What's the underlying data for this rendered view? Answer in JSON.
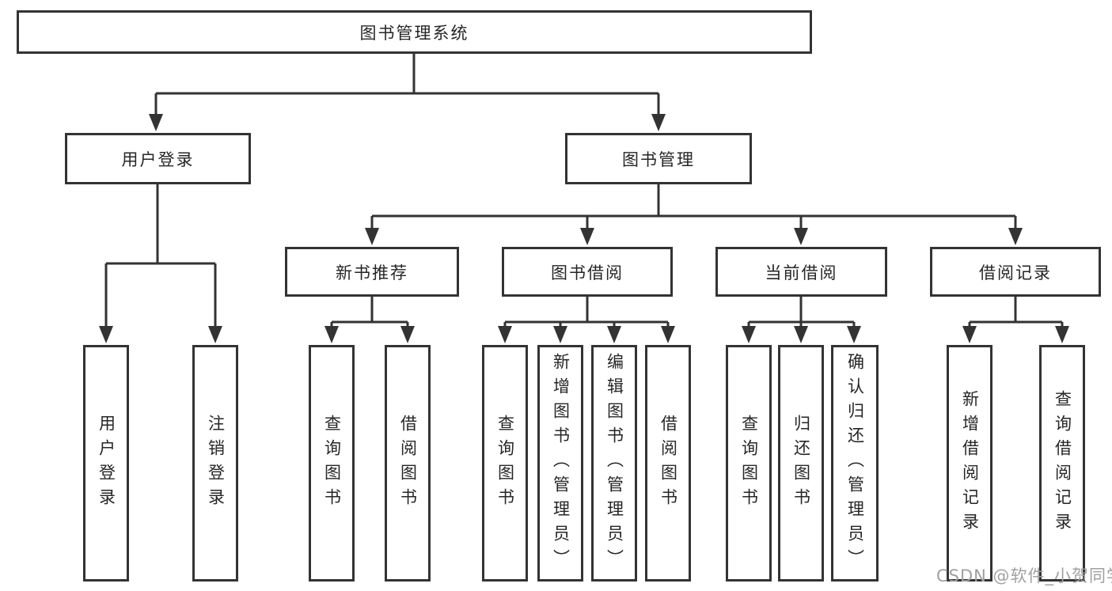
{
  "colors": {
    "background": "#ffffff",
    "line": "#333333",
    "box_border": "#333333",
    "box_fill": "#ffffff",
    "text": "#262626",
    "watermark_text": "#a0a0a0"
  },
  "watermark": {
    "text": "CSDN @软件_小贺同学"
  },
  "diagram": {
    "root": {
      "label": "图书管理系统"
    },
    "branches": [
      {
        "label": "用户登录",
        "children": [
          {
            "label": "用户登录"
          },
          {
            "label": "注销登录"
          }
        ]
      },
      {
        "label": "图书管理",
        "children": [
          {
            "label": "新书推荐",
            "children": [
              {
                "label": "查询图书"
              },
              {
                "label": "借阅图书"
              }
            ]
          },
          {
            "label": "图书借阅",
            "children": [
              {
                "label": "查询图书"
              },
              {
                "label": "新增图书（管理员）"
              },
              {
                "label": "编辑图书（管理员）"
              },
              {
                "label": "借阅图书"
              }
            ]
          },
          {
            "label": "当前借阅",
            "children": [
              {
                "label": "查询图书"
              },
              {
                "label": "归还图书"
              },
              {
                "label": "确认归还（管理员）"
              }
            ]
          },
          {
            "label": "借阅记录",
            "children": [
              {
                "label": "新增借阅记录"
              },
              {
                "label": "查询借阅记录"
              }
            ]
          }
        ]
      }
    ]
  }
}
